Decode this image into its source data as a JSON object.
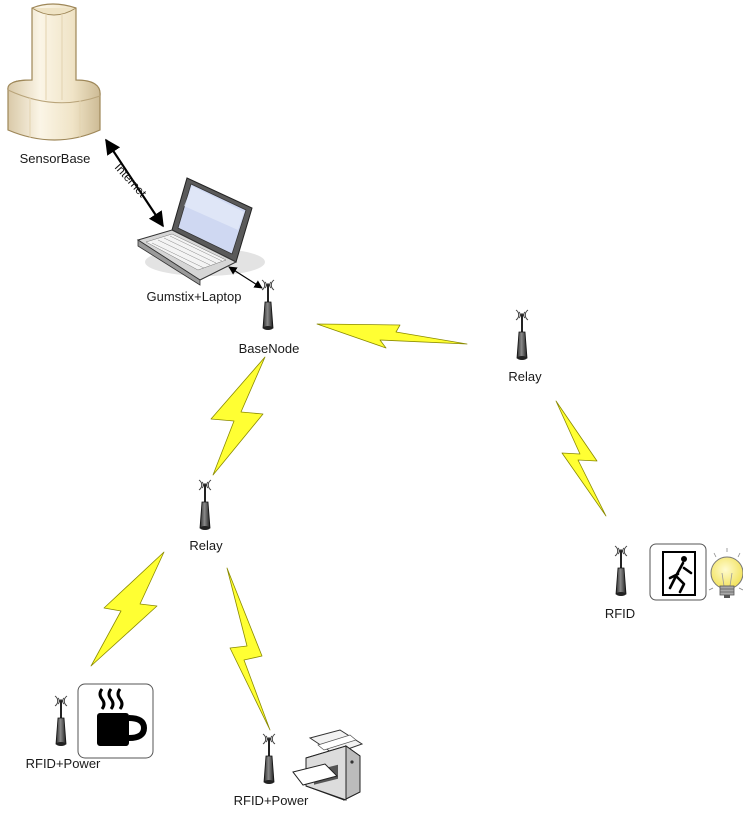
{
  "nodes": {
    "sensorbase": "SensorBase",
    "gumstix": "Gumstix+Laptop",
    "basenode": "BaseNode",
    "relay_right": "Relay",
    "relay_left": "Relay",
    "rfid_right": "RFID",
    "rfid_power_left": "RFID+Power",
    "rfid_power_right": "RFID+Power"
  },
  "links": {
    "internet": "Internet"
  },
  "icons": [
    "sensorbase-tower-icon",
    "laptop-icon",
    "antenna-icon",
    "lightning-bolt-icon",
    "coffee-mug-icon",
    "printer-icon",
    "exit-door-icon",
    "light-bulb-icon"
  ],
  "colors": {
    "lightning": "#ffff33",
    "lightning_stroke": "#8a8a00",
    "tower": "#f3ead5"
  }
}
